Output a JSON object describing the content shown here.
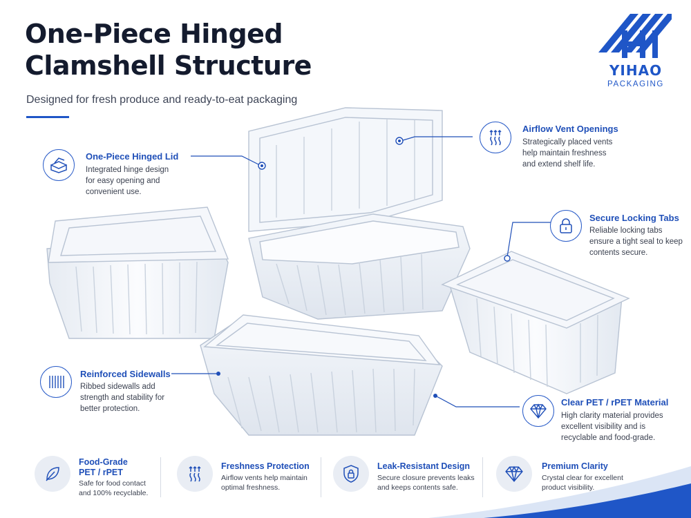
{
  "header": {
    "title_line1": "One-Piece Hinged",
    "title_line2": "Clamshell Structure",
    "subtitle": "Designed for fresh produce and ready-to-eat packaging"
  },
  "brand": {
    "name": "YIHAO",
    "tagline": "PACKAGING",
    "color": "#1f56c7"
  },
  "callouts": {
    "hinged_lid": {
      "title": "One-Piece Hinged Lid",
      "text": "Integrated hinge design for easy opening and convenient use.",
      "icon": "open-box-icon"
    },
    "airflow": {
      "title": "Airflow Vent Openings",
      "text": "Strategically placed vents help maintain freshness and extend shelf life.",
      "icon": "airflow-icon"
    },
    "locking": {
      "title": "Secure Locking Tabs",
      "text": "Reliable locking tabs ensure a tight seal to keep contents secure.",
      "icon": "lock-icon"
    },
    "sidewalls": {
      "title": "Reinforced Sidewalls",
      "text": "Ribbed sidewalls add strength and stability for better protection.",
      "icon": "ribs-icon"
    },
    "material": {
      "title": "Clear PET / rPET Material",
      "text": "High clarity material provides excellent visibility and is recyclable and food-grade.",
      "icon": "diamond-icon"
    }
  },
  "features": [
    {
      "title_line1": "Food-Grade",
      "title_line2": "PET / rPET",
      "text": "Safe for food contact and 100% recyclable.",
      "icon": "leaf-icon"
    },
    {
      "title_line1": "Freshness Protection",
      "title_line2": "",
      "text": "Airflow vents help maintain optimal freshness.",
      "icon": "airflow-icon"
    },
    {
      "title_line1": "Leak-Resistant Design",
      "title_line2": "",
      "text": "Secure closure prevents leaks and keeps contents safe.",
      "icon": "shield-lock-icon"
    },
    {
      "title_line1": "Premium Clarity",
      "title_line2": "",
      "text": "Crystal clear for excellent product visibility.",
      "icon": "diamond-icon"
    }
  ],
  "colors": {
    "accent": "#1f56c7",
    "text_dark": "#141b2e",
    "icon_bg": "#e9edf4"
  }
}
